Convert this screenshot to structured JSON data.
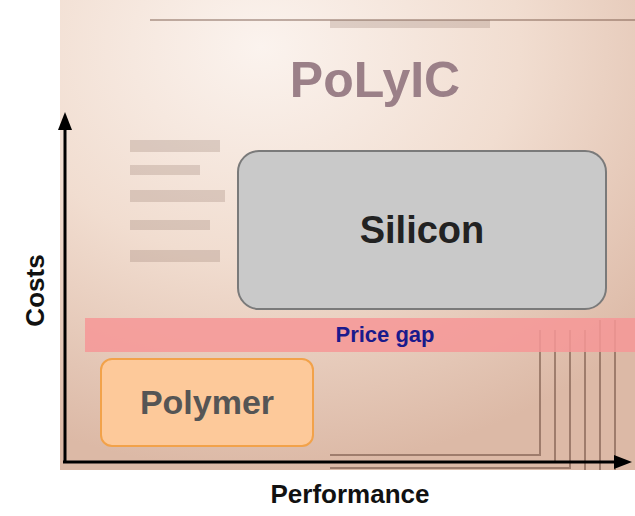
{
  "diagram": {
    "nodes": [
      {
        "text": [
          "Silicon"
        ]
      },
      {
        "text": [
          "Price gap"
        ]
      },
      {
        "text": [
          "Polymer"
        ]
      }
    ],
    "labels": [
      "Costs",
      "Performance",
      "PoLyIC"
    ]
  }
}
